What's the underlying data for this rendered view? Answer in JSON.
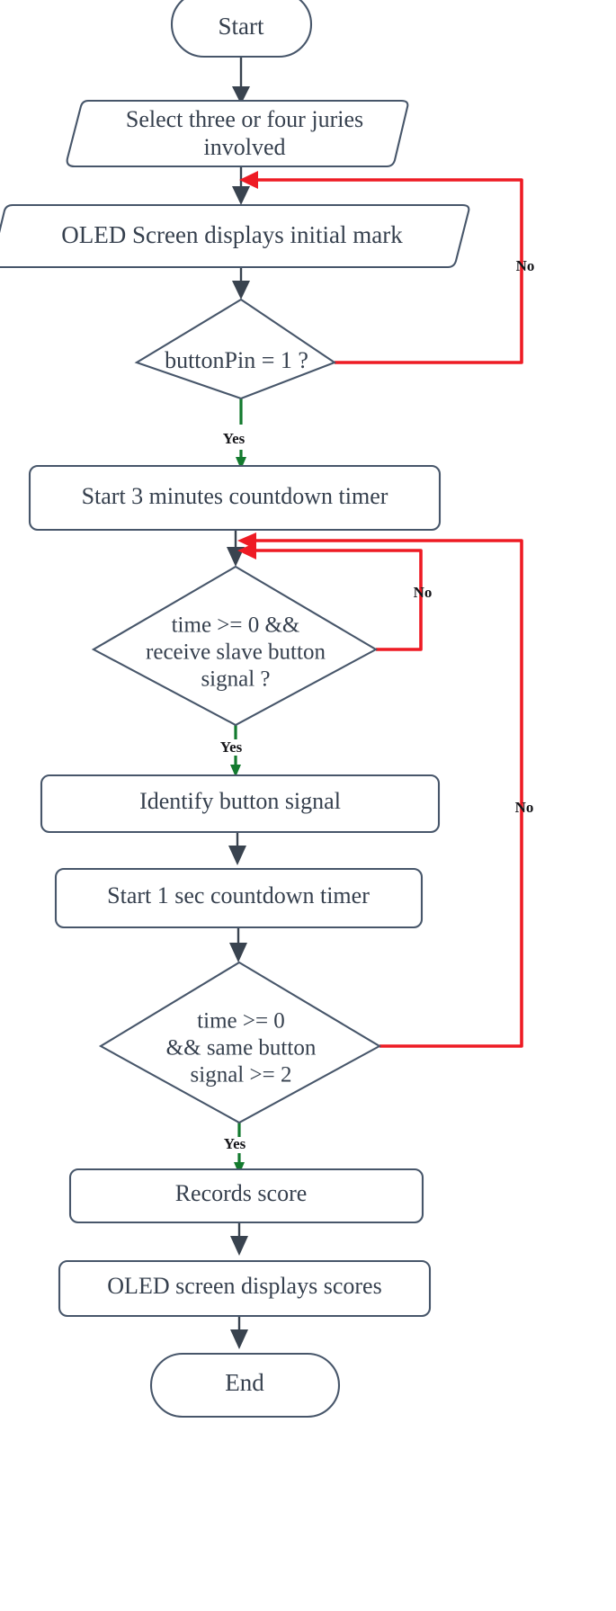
{
  "diagram": {
    "title": "Jury scoring system flowchart",
    "colors": {
      "stroke": "#47566a",
      "text": "#36404e",
      "connector": "#39434f",
      "yes_branch": "#137a2e",
      "no_branch": "#ee1b24",
      "background": "#ffffff"
    }
  },
  "nodes": {
    "start": {
      "label": "Start",
      "shape": "terminator"
    },
    "select": {
      "label_line1": "Select three or four juries",
      "label_line2": "involved",
      "shape": "io-parallelogram"
    },
    "oled_init": {
      "label": "OLED Screen displays initial mark",
      "shape": "io-parallelogram"
    },
    "d_button": {
      "label": "buttonPin = 1 ?",
      "shape": "decision"
    },
    "timer3": {
      "label": "Start 3 minutes countdown timer",
      "shape": "process"
    },
    "d_slave": {
      "label_line1": "time >= 0 &&",
      "label_line2": "receive slave button",
      "label_line3": "signal ?",
      "shape": "decision"
    },
    "identify": {
      "label": "Identify button signal",
      "shape": "process"
    },
    "timer1": {
      "label": "Start 1 sec countdown timer",
      "shape": "process"
    },
    "d_same": {
      "label_line1": "time >= 0",
      "label_line2": "&&  same button",
      "label_line3": "signal >= 2",
      "shape": "decision"
    },
    "records": {
      "label": "Records score",
      "shape": "process"
    },
    "oled_out": {
      "label": "OLED screen displays scores",
      "shape": "process"
    },
    "end": {
      "label": "End",
      "shape": "terminator"
    }
  },
  "edge_labels": {
    "no_1": "No",
    "yes_1": "Yes",
    "no_2": "No",
    "yes_2": "Yes",
    "no_3": "No",
    "yes_3": "Yes"
  }
}
